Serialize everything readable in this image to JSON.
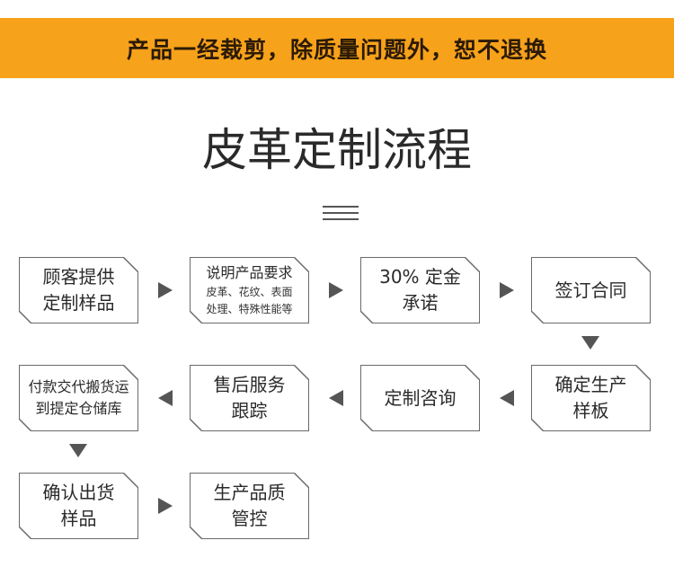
{
  "banner": {
    "text": "产品一经裁剪，除质量问题外，恕不退换"
  },
  "title": "皮革定制流程",
  "steps": {
    "s1": {
      "line1": "顾客提供",
      "line2": "定制样品"
    },
    "s2": {
      "line1": "说明产品要求",
      "sub1": "皮革、花纹、表面",
      "sub2": "处理、特殊性能等"
    },
    "s3": {
      "line1": "30% 定金",
      "line2": "承诺"
    },
    "s4": {
      "line1": "签订合同"
    },
    "s5": {
      "line1": "确定生产",
      "line2": "样板"
    },
    "s6": {
      "line1": "定制咨询"
    },
    "s7": {
      "line1": "售后服务",
      "line2": "跟踪"
    },
    "s8": {
      "line1": "付款交代搬货运",
      "line2": "到提定仓储库"
    },
    "s9": {
      "line1": "确认出货",
      "line2": "样品"
    },
    "s10": {
      "line1": "生产品质",
      "line2": "管控"
    }
  },
  "colors": {
    "banner": "#f7a21b",
    "border": "#6a6a6a",
    "arrow": "#555555"
  }
}
